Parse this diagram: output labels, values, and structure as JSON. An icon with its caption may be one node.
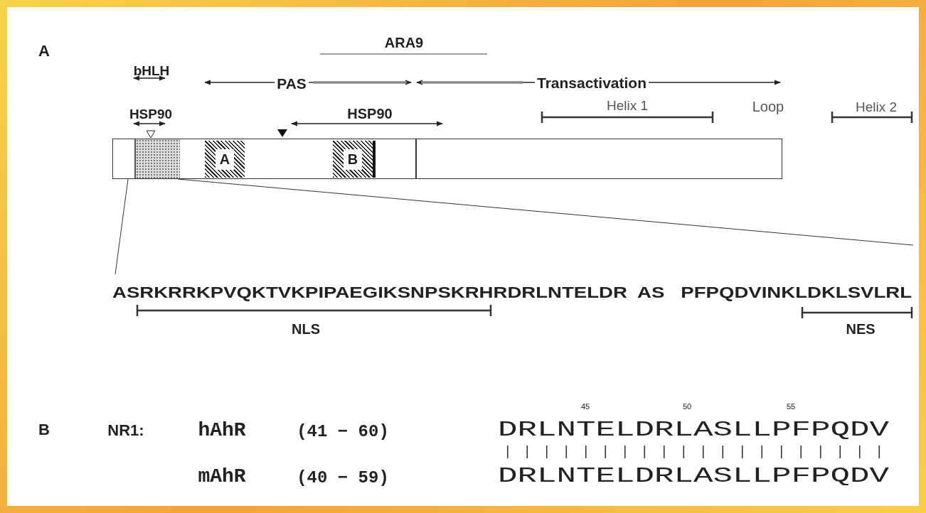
{
  "diagram": {
    "nodes": [
      {
        "text": [],
        "shape": "bar"
      },
      {
        "text": [
          "A"
        ],
        "in": 0
      },
      {
        "text": [
          "B"
        ],
        "in": 0
      }
    ],
    "labels": [
      "A",
      "ARA9",
      "bHLH",
      "PAS",
      "Transactivation",
      "HSP90",
      "HSP90",
      "Helix 1",
      "Loop",
      "Helix 2",
      "ASRKRRKPVQKTVKPIPAEGIKSNPSKRHRDRLNTELDR  AS   PFPQDVINKLDKLSVLRL",
      "NLS",
      "NES",
      "B",
      "NR1:",
      "hAhR",
      "(41 − 60)",
      "45",
      "50",
      "55",
      "DRLNTELDRLASLLPFPQDV",
      "mAhR",
      "(40 − 59)",
      "DRLNTELDRLASLLPFPQDV"
    ]
  }
}
